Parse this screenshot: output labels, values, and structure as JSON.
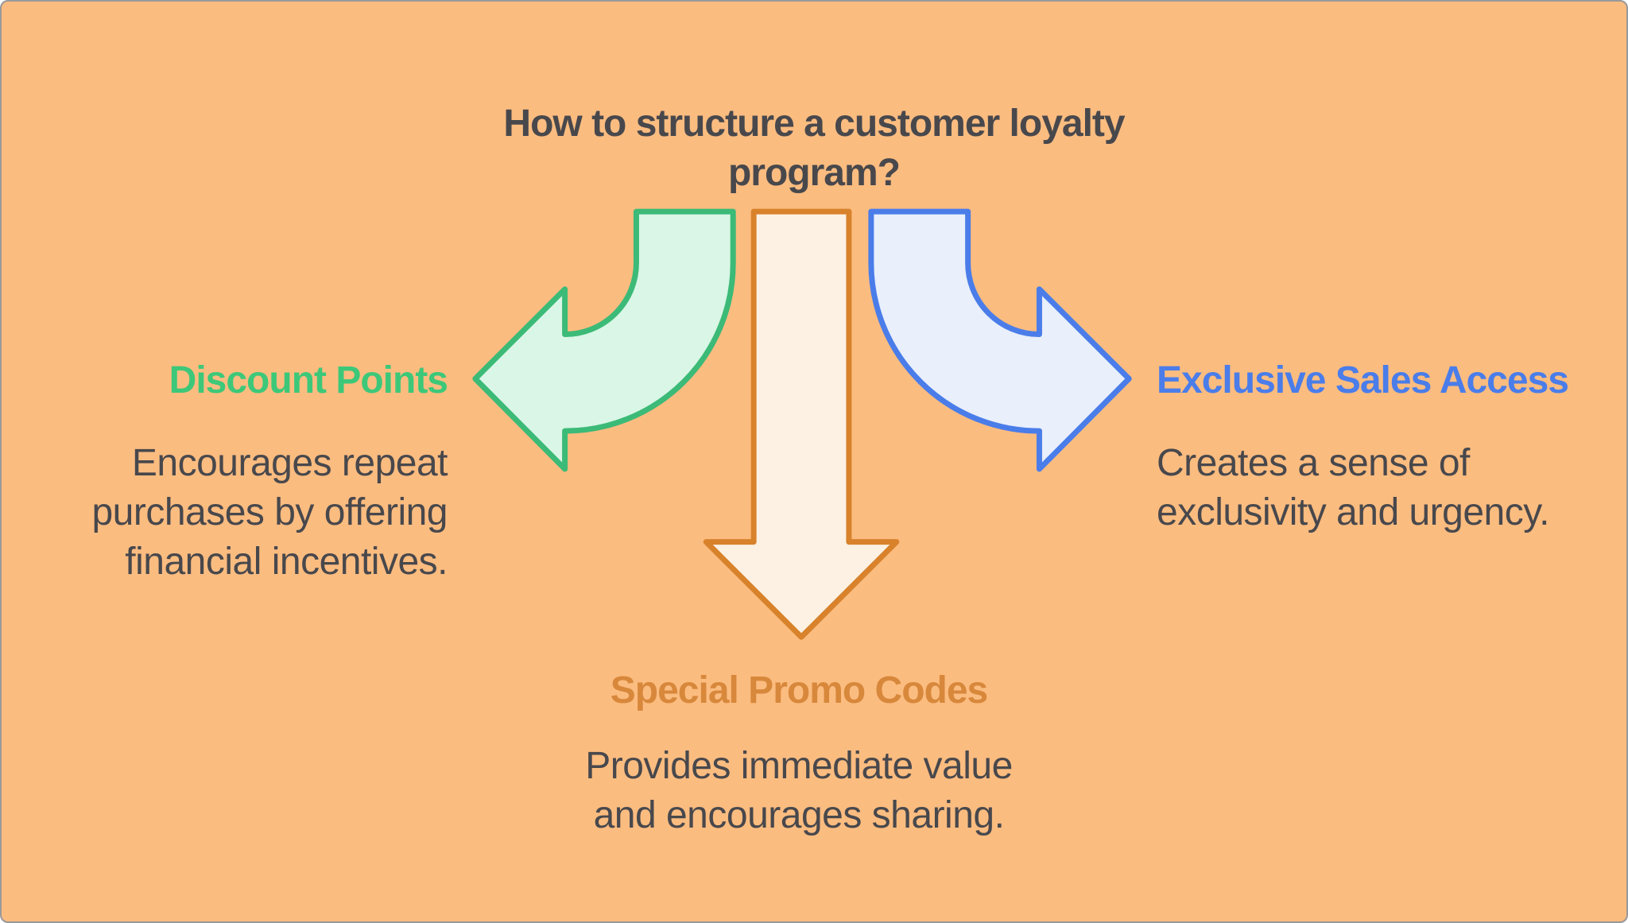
{
  "canvas": {
    "background_color": "#FBBC80",
    "border_color": "#97999b"
  },
  "title": {
    "text": "How to structure a customer loyalty\nprogram?",
    "color": "#48484C"
  },
  "body_text_color": "#48484C",
  "items": [
    {
      "id": "discount-points",
      "heading": "Discount Points",
      "heading_color": "#3DC879",
      "body": "Encourages repeat\npurchases by offering\nfinancial incentives.",
      "arrow": {
        "direction": "curved-down-left",
        "fill": "#D9F6E6",
        "stroke": "#3CBA77"
      }
    },
    {
      "id": "special-promo-codes",
      "heading": "Special Promo Codes",
      "heading_color": "#D8883B",
      "body": "Provides immediate value\nand encourages sharing.",
      "arrow": {
        "direction": "straight-down",
        "fill": "#FCF1E3",
        "stroke": "#D8822B"
      }
    },
    {
      "id": "exclusive-sales-access",
      "heading": "Exclusive Sales Access",
      "heading_color": "#4A7DE9",
      "body": "Creates a sense of\nexclusivity and urgency.",
      "arrow": {
        "direction": "curved-down-right",
        "fill": "#E9EFFB",
        "stroke": "#4A7DE9"
      }
    }
  ]
}
